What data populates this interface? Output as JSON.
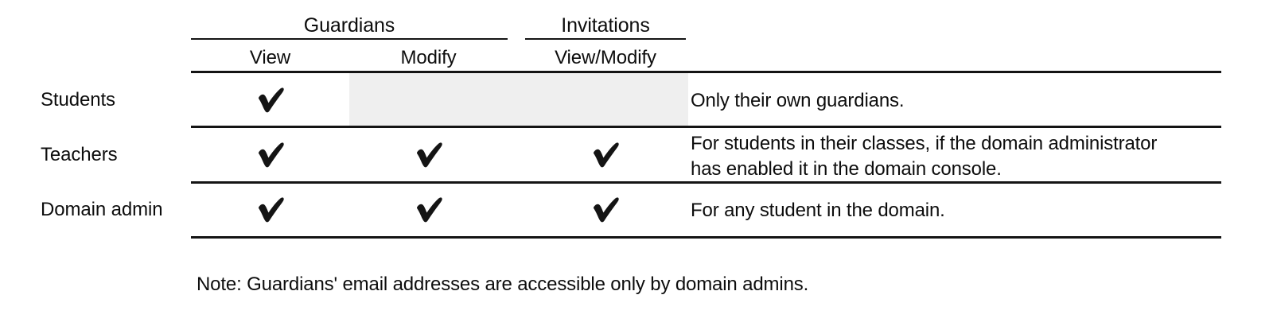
{
  "table": {
    "group_headers": [
      {
        "label": "Guardians"
      },
      {
        "label": "Invitations"
      }
    ],
    "column_headers": [
      {
        "label": "View"
      },
      {
        "label": "Modify"
      },
      {
        "label": "View/Modify"
      }
    ],
    "rows": [
      {
        "label": "Students",
        "view": "check",
        "modify": "blocked",
        "invite": "blocked",
        "note_line1": "Only their own guardians.",
        "note_line2": ""
      },
      {
        "label": "Teachers",
        "view": "check",
        "modify": "check",
        "invite": "check",
        "note_line1": "For students in their classes, if the domain administrator",
        "note_line2": "has enabled it in the domain console."
      },
      {
        "label": "Domain admin",
        "view": "check",
        "modify": "check",
        "invite": "check",
        "note_line1": "For any student in the domain.",
        "note_line2": ""
      }
    ]
  },
  "footnote": {
    "text": "Note: Guardians' email addresses are accessible only by domain admins."
  },
  "icons": {
    "check": "check-mark-icon"
  },
  "colors": {
    "text": "#0d0d0d",
    "rule": "#141414",
    "blocked_cell": "#efefef",
    "background": "#ffffff"
  }
}
